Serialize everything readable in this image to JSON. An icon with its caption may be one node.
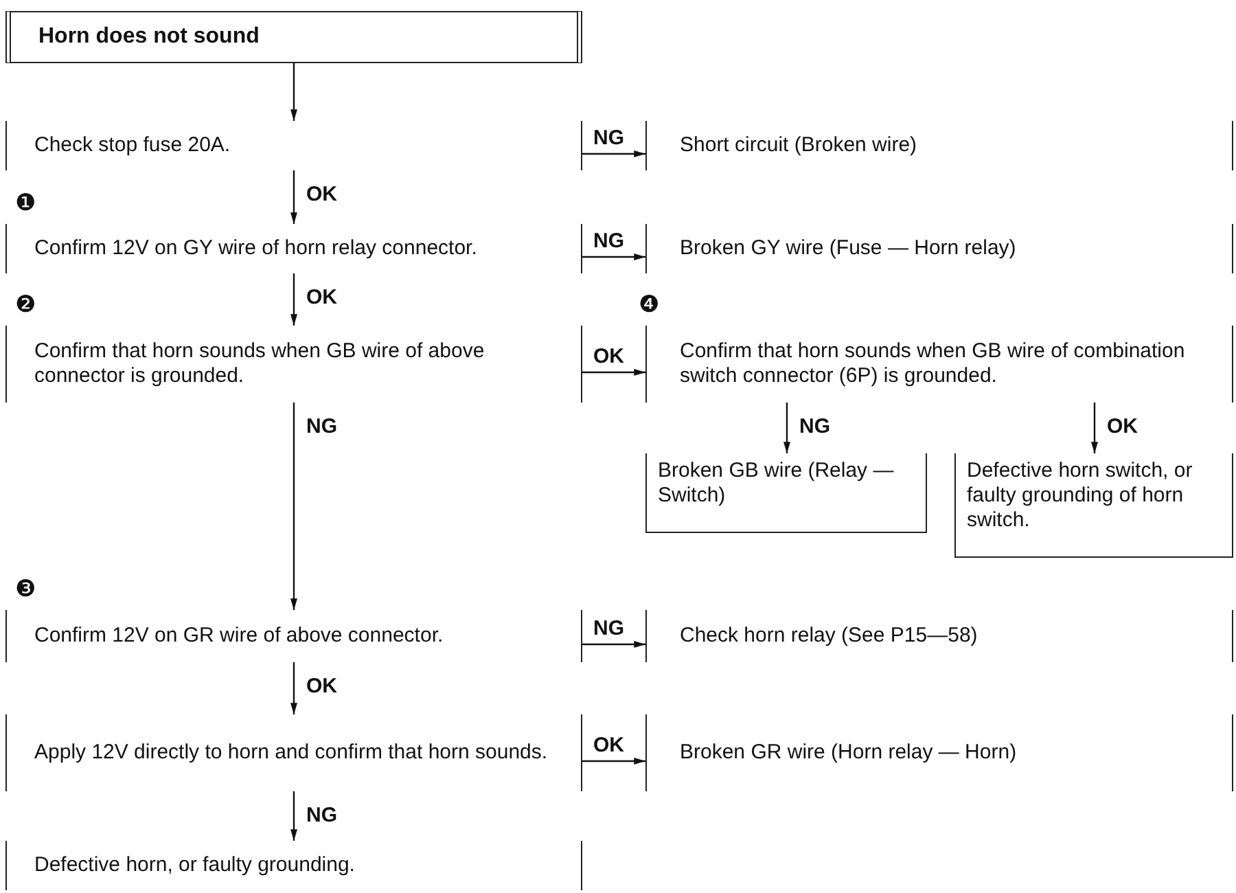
{
  "diagram": {
    "nodes": [
      {
        "text": [
          "Horn does not sound"
        ]
      },
      {
        "text": [
          "Check stop fuse 20A."
        ]
      },
      {
        "text": [
          "Short circuit (Broken wire)"
        ]
      },
      {
        "text": [
          "Confirm 12V on GY wire of horn relay connector."
        ],
        "beside": [
          "❶"
        ]
      },
      {
        "text": [
          "Broken GY wire (Fuse — Horn relay)"
        ]
      },
      {
        "text": [
          "Confirm that horn sounds when GB wire of above connector is grounded."
        ],
        "beside": [
          "❷"
        ]
      },
      {
        "text": [
          "Confirm that horn sounds when GB wire of combination switch connector (6P) is grounded."
        ],
        "beside": [
          "❹"
        ]
      },
      {
        "text": [
          "Broken GB wire (Relay — Switch)"
        ]
      },
      {
        "text": [
          "Defective horn switch, or faulty grounding of horn switch."
        ]
      },
      {
        "text": [
          "Confirm 12V on GR wire of above connector."
        ],
        "beside": [
          "❸"
        ]
      },
      {
        "text": [
          "Check horn relay (See P15—58)"
        ]
      },
      {
        "text": [
          "Apply 12V directly to horn and confirm that horn sounds."
        ]
      },
      {
        "text": [
          "Broken GR wire (Horn relay — Horn)"
        ]
      },
      {
        "text": [
          "Defective horn, or faulty grounding."
        ]
      }
    ],
    "edges": [
      {
        "from": 0,
        "to": 1,
        "arrow": "to"
      },
      {
        "from": 1,
        "to": 2,
        "arrow": "to",
        "label": "NG"
      },
      {
        "from": 1,
        "to": 3,
        "arrow": "to",
        "label": "OK"
      },
      {
        "from": 3,
        "to": 4,
        "arrow": "to",
        "label": "NG"
      },
      {
        "from": 3,
        "to": 5,
        "arrow": "to",
        "label": "OK"
      },
      {
        "from": 5,
        "to": 6,
        "arrow": "to",
        "label": "OK"
      },
      {
        "from": 5,
        "to": 9,
        "arrow": "to",
        "label": "NG"
      },
      {
        "from": 6,
        "to": 7,
        "arrow": "to",
        "label": "NG"
      },
      {
        "from": 6,
        "to": 8,
        "arrow": "to",
        "label": "OK"
      },
      {
        "from": 9,
        "to": 10,
        "arrow": "to",
        "label": "NG"
      },
      {
        "from": 9,
        "to": 11,
        "arrow": "to",
        "label": "OK"
      },
      {
        "from": 11,
        "to": 12,
        "arrow": "to",
        "label": "OK"
      },
      {
        "from": 11,
        "to": 13,
        "arrow": "to",
        "label": "NG"
      }
    ]
  }
}
